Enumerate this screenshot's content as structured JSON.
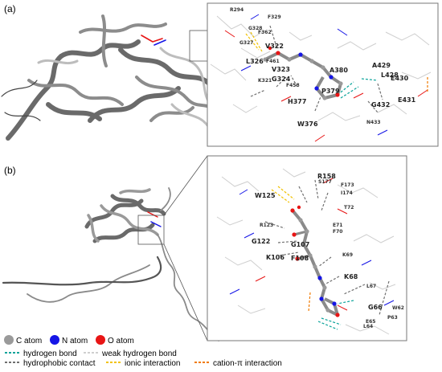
{
  "panels": [
    {
      "label": "(a)",
      "residues": [
        {
          "id": "R294",
          "s": 1
        },
        {
          "id": "F329",
          "s": 1
        },
        {
          "id": "G328",
          "s": 1
        },
        {
          "id": "F362",
          "s": 1
        },
        {
          "id": "G327",
          "s": 1
        },
        {
          "id": "V322",
          "s": 0
        },
        {
          "id": "L326",
          "s": 0
        },
        {
          "id": "F461",
          "s": 1
        },
        {
          "id": "V323",
          "s": 0
        },
        {
          "id": "F458",
          "s": 1
        },
        {
          "id": "K321",
          "s": 1
        },
        {
          "id": "G324",
          "s": 0
        },
        {
          "id": "A380",
          "s": 0
        },
        {
          "id": "A429",
          "s": 0
        },
        {
          "id": "L428",
          "s": 0
        },
        {
          "id": "E430",
          "s": 0
        },
        {
          "id": "P379",
          "s": 0
        },
        {
          "id": "H377",
          "s": 0
        },
        {
          "id": "E431",
          "s": 0
        },
        {
          "id": "G432",
          "s": 0
        },
        {
          "id": "W376",
          "s": 0
        },
        {
          "id": "N433",
          "s": 1
        }
      ]
    },
    {
      "label": "(b)",
      "residues": [
        {
          "id": "R158",
          "s": 0
        },
        {
          "id": "S177",
          "s": 1
        },
        {
          "id": "F173",
          "s": 1
        },
        {
          "id": "W125",
          "s": 0
        },
        {
          "id": "I174",
          "s": 1
        },
        {
          "id": "T72",
          "s": 1
        },
        {
          "id": "R123",
          "s": 1
        },
        {
          "id": "E71",
          "s": 1
        },
        {
          "id": "F70",
          "s": 1
        },
        {
          "id": "G122",
          "s": 0
        },
        {
          "id": "G107",
          "s": 0
        },
        {
          "id": "K106",
          "s": 0
        },
        {
          "id": "F108",
          "s": 0
        },
        {
          "id": "K69",
          "s": 1
        },
        {
          "id": "K68",
          "s": 0
        },
        {
          "id": "L67",
          "s": 1
        },
        {
          "id": "G66",
          "s": 0
        },
        {
          "id": "W62",
          "s": 1
        },
        {
          "id": "P63",
          "s": 1
        },
        {
          "id": "E65",
          "s": 1
        },
        {
          "id": "L64",
          "s": 1
        }
      ]
    }
  ],
  "legend": {
    "atoms": [
      {
        "label": "C atom",
        "color": "#9a9a9a"
      },
      {
        "label": "N atom",
        "color": "#1515e6"
      },
      {
        "label": "O atom",
        "color": "#e81515"
      }
    ],
    "interactions": [
      {
        "label": "hydrogen bond",
        "color": "#0aa39a"
      },
      {
        "label": "weak hydrogen bond",
        "color": "#cfcfcf"
      },
      {
        "label": "hydrophobic contact",
        "color": "#707070"
      },
      {
        "label": "ionic interaction",
        "color": "#f2c200"
      },
      {
        "label": "cation-π interaction",
        "color": "#f07a00"
      }
    ]
  }
}
